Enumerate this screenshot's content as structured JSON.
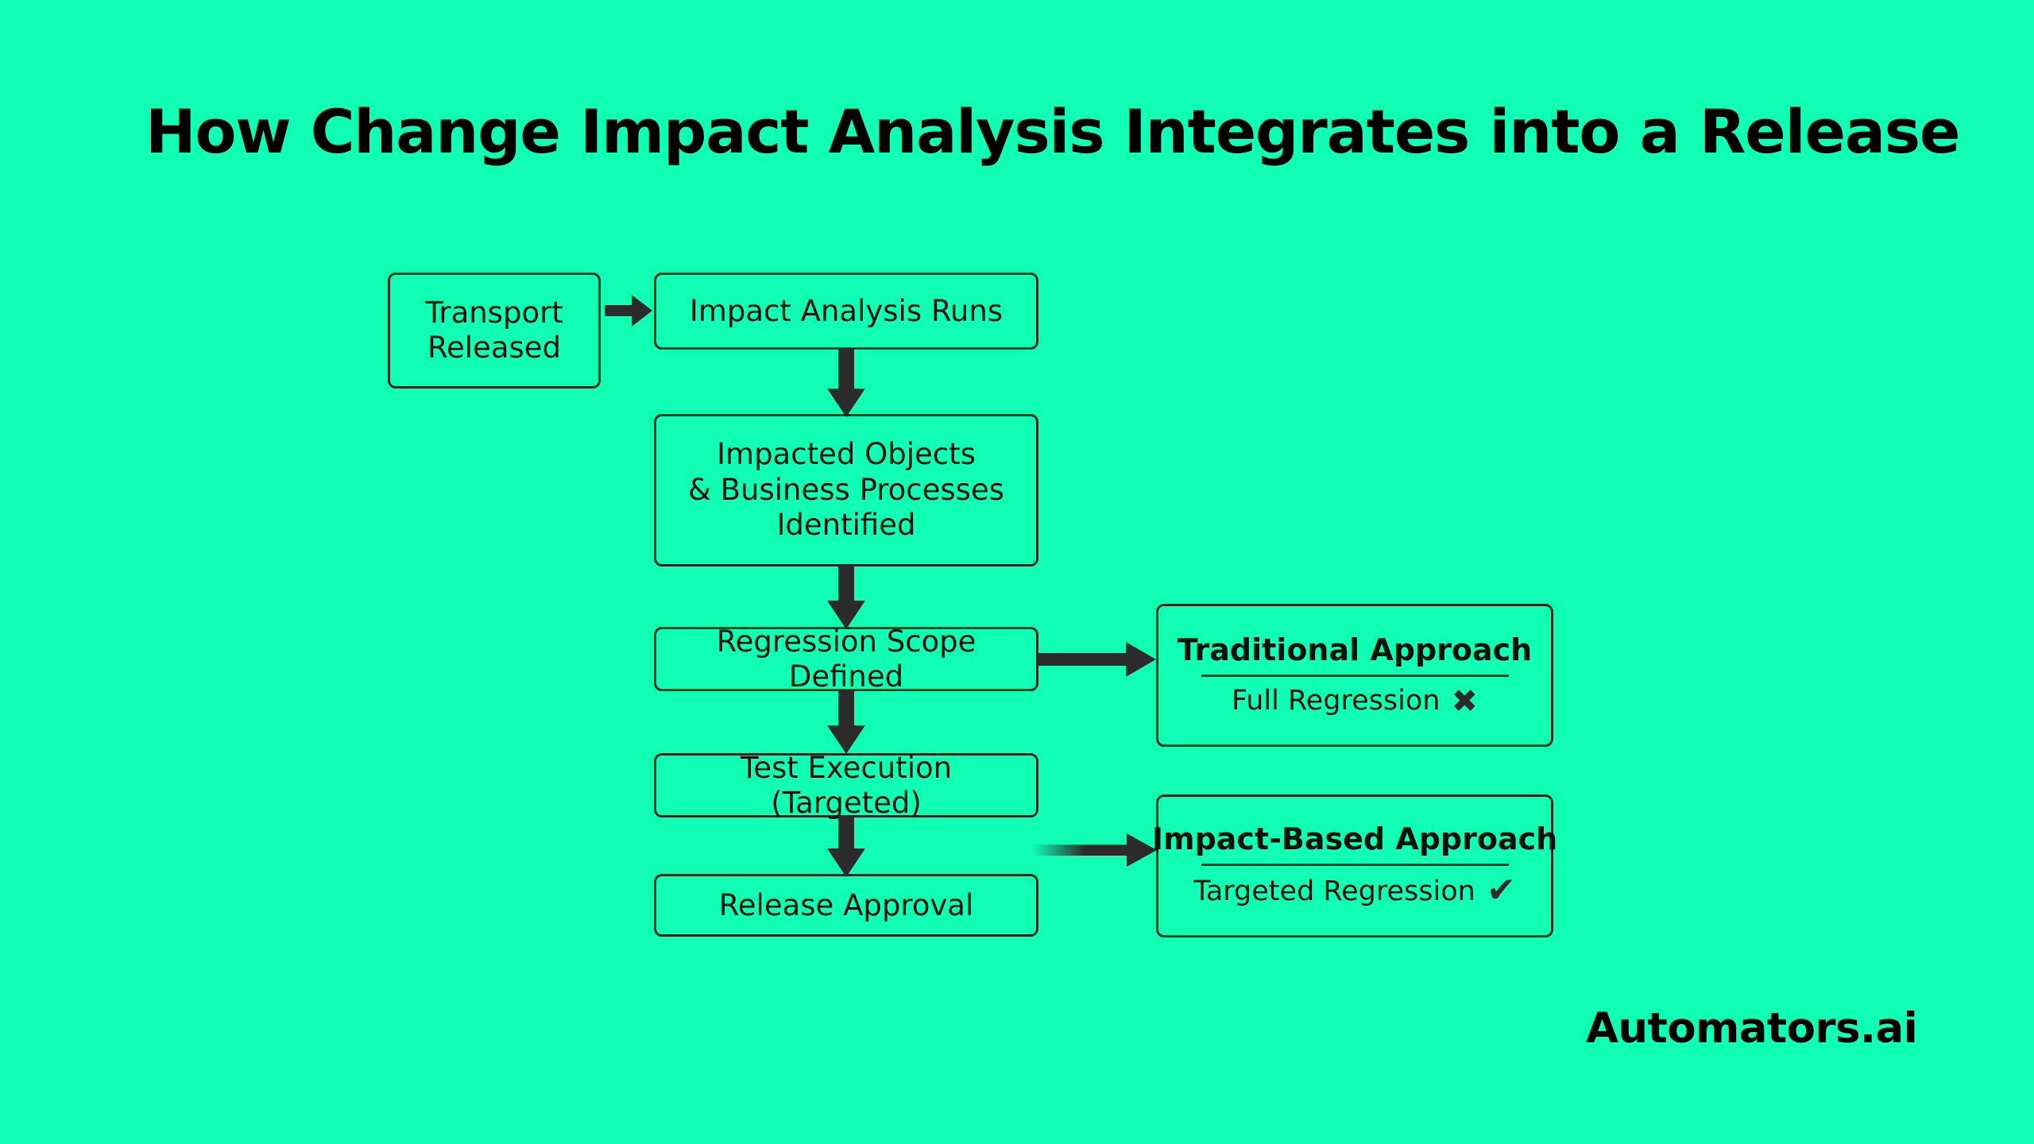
{
  "page": {
    "title": "How Change Impact Analysis Integrates into a Release",
    "background_color": "#10ffb4",
    "ink_color": "#06140d",
    "arrow_color": "#2b2b2b",
    "brand": "Automators.ai"
  },
  "flow": {
    "nodes": [
      {
        "id": "transport-released",
        "label": "Transport\nReleased"
      },
      {
        "id": "impact-analysis-runs",
        "label": "Impact Analysis Runs"
      },
      {
        "id": "impacted-objects",
        "label": "Impacted Objects\n& Business Processes\nIdentified"
      },
      {
        "id": "regression-scope",
        "label": "Regression Scope Defined"
      },
      {
        "id": "test-execution",
        "label": "Test Execution (Targeted)"
      },
      {
        "id": "release-approval",
        "label": "Release Approval"
      }
    ],
    "edges": [
      {
        "from": "transport-released",
        "to": "impact-analysis-runs",
        "direction": "right"
      },
      {
        "from": "impact-analysis-runs",
        "to": "impacted-objects",
        "direction": "down"
      },
      {
        "from": "impacted-objects",
        "to": "regression-scope",
        "direction": "down"
      },
      {
        "from": "regression-scope",
        "to": "test-execution",
        "direction": "down"
      },
      {
        "from": "regression-scope",
        "to": "traditional-approach",
        "direction": "right"
      },
      {
        "from": "test-execution",
        "to": "release-approval",
        "direction": "down"
      },
      {
        "from": "test-execution",
        "to": "impact-based-approach",
        "direction": "right"
      }
    ]
  },
  "comparison": {
    "cards": [
      {
        "id": "traditional-approach",
        "title": "Traditional Approach",
        "subtitle": "Full Regression",
        "mark": "✖",
        "mark_name": "cross-icon"
      },
      {
        "id": "impact-based-approach",
        "title": "Impact-Based Approach",
        "subtitle": "Targeted Regression",
        "mark": "✔",
        "mark_name": "check-icon"
      }
    ]
  }
}
